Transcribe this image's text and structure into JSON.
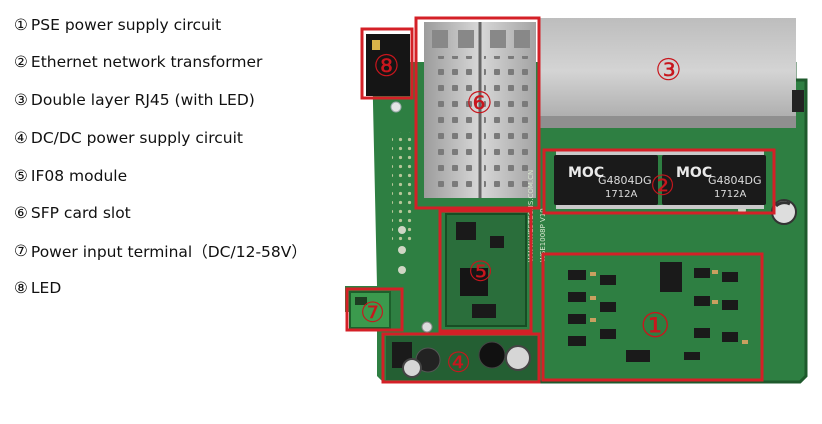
{
  "legend": {
    "items": [
      {
        "num": "①",
        "text": "PSE power supply circuit"
      },
      {
        "num": "②",
        "text": "Ethernet network transformer"
      },
      {
        "num": "③",
        "text": "Double layer RJ45 (with LED)"
      },
      {
        "num": "④",
        "text": " DC/DC power supply circuit"
      },
      {
        "num": "⑤",
        "text": " IF08 module"
      },
      {
        "num": "⑥",
        "text": " SFP card slot"
      },
      {
        "num": "⑦",
        "text": " Power input terminal（DC/12-58V）"
      },
      {
        "num": "⑧",
        "text": " LED"
      }
    ]
  },
  "board": {
    "callouts": [
      "①",
      "②",
      "③",
      "④",
      "⑤",
      "⑥",
      "⑦",
      "⑧"
    ],
    "transformer_brand": "MOC",
    "transformer_model": "G4804DG",
    "transformer_date": "1712A",
    "silk_text_1": "WWW.WESTECHS.COM.CN",
    "silk_text_2": "WSE1008P V10",
    "colors": {
      "pcb": "#2e7f42",
      "pcb_dark": "#1f5f30",
      "frame": "#d42027",
      "metal": "#c9c9c9"
    }
  }
}
